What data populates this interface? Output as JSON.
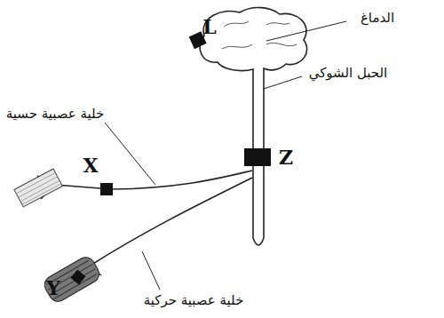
{
  "diagram": {
    "labels": [
      "الدماغ",
      "L",
      "الحبل الشوكي",
      "Z",
      "خلية عصبية حسية",
      "X",
      "Y",
      "خلية عصبية حركية"
    ]
  }
}
